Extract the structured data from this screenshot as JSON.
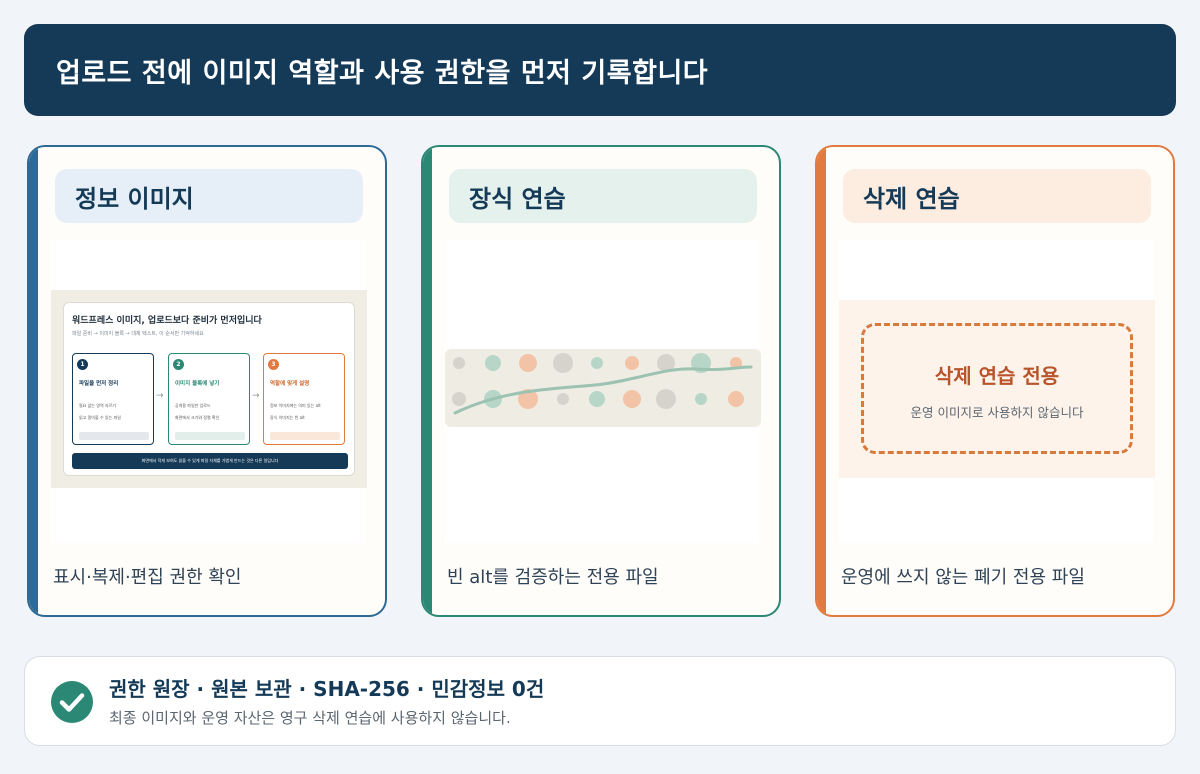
{
  "header": {
    "title": "업로드 전에 이미지 역할과 사용 권한을 먼저 기록합니다"
  },
  "cards": [
    {
      "title": "정보 이미지",
      "caption": "표시·복제·편집 권한 확인"
    },
    {
      "title": "장식 연습",
      "caption": "빈 alt를 검증하는 전용 파일"
    },
    {
      "title": "삭제 연습",
      "caption": "운영에 쓰지 않는 폐기 전용 파일"
    }
  ],
  "mini_infographic": {
    "title": "워드프레스 이미지, 업로드보다 준비가 먼저입니다",
    "subtitle": "파일 준비 → 이미지 블록 → 대체 텍스트, 이 순서만 기억하세요",
    "steps": [
      {
        "num": "1",
        "title": "파일을 먼저 정리",
        "line1": "필요 없는 영역 자르기",
        "line2": "읽고 알아볼 수 있는 파일"
      },
      {
        "num": "2",
        "title": "이미지 블록에 넣기",
        "line1": "공개용 파일만 업로드",
        "line2": "화면에서 크기와 정렬 확인"
      },
      {
        "num": "3",
        "title": "역할에 맞게 설명",
        "line1": "정보 이미지에는 의미 있는 alt",
        "line2": "장식 이미지는 빈 alt"
      }
    ],
    "footer": "화면에서 작게 보여도 읽을 수 있게 파일 자체를 가볍게 만드는 것은 다른 일입니다"
  },
  "delete_practice": {
    "title": "삭제 연습 전용",
    "subtitle": "운영 이미지로 사용하지 않습니다"
  },
  "bottom": {
    "title": "권한 원장 · 원본 보관 · SHA-256 · 민감정보 0건",
    "subtitle": "최종 이미지와 운영 자산은 영구 삭제 연습에 사용하지 않습니다."
  },
  "colors": {
    "navy": "#143a57",
    "blue": "#2f6a95",
    "green": "#2a8874",
    "orange": "#e07a3e"
  },
  "icons": [
    "check-circle-icon",
    "arrow-right-icon"
  ]
}
